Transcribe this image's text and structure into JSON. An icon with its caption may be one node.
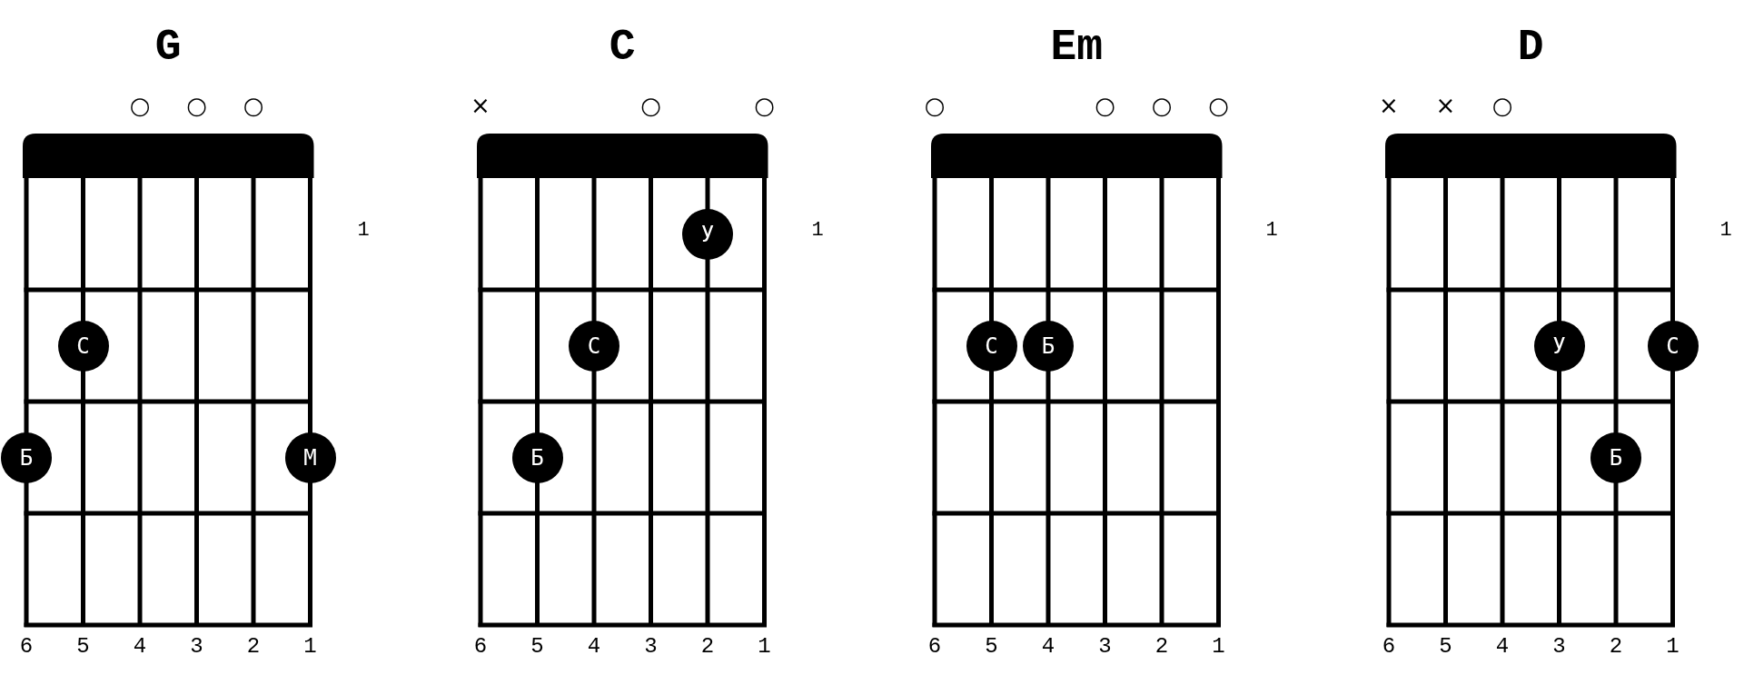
{
  "diagram": {
    "nodes": [
      {
        "text": [
          "G"
        ]
      },
      {
        "text": [
          "С"
        ],
        "in": 0
      },
      {
        "text": [
          "Б"
        ],
        "in": 0
      },
      {
        "text": [
          "М"
        ],
        "in": 0
      },
      {
        "text": [
          "C"
        ]
      },
      {
        "text": [
          "У"
        ],
        "in": 4
      },
      {
        "text": [
          "С"
        ],
        "in": 4
      },
      {
        "text": [
          "Б"
        ],
        "in": 4
      },
      {
        "text": [
          "Em"
        ]
      },
      {
        "text": [
          "С"
        ],
        "in": 8
      },
      {
        "text": [
          "Б"
        ],
        "in": 8
      },
      {
        "text": [
          "D"
        ]
      },
      {
        "text": [
          "У"
        ],
        "in": 11
      },
      {
        "text": [
          "С"
        ],
        "in": 11
      },
      {
        "text": [
          "Б"
        ],
        "in": 11
      }
    ],
    "edges": [],
    "labels": [
      "○",
      "○",
      "○",
      "1",
      "6",
      "5",
      "4",
      "3",
      "2",
      "1",
      "×",
      "○",
      "○",
      "1",
      "6",
      "5",
      "4",
      "3",
      "2",
      "1",
      "○",
      "○",
      "○",
      "○",
      "1",
      "6",
      "5",
      "4",
      "3",
      "2",
      "1",
      "×",
      "×",
      "○",
      "1",
      "6",
      "5",
      "4",
      "3",
      "2",
      "1"
    ]
  }
}
